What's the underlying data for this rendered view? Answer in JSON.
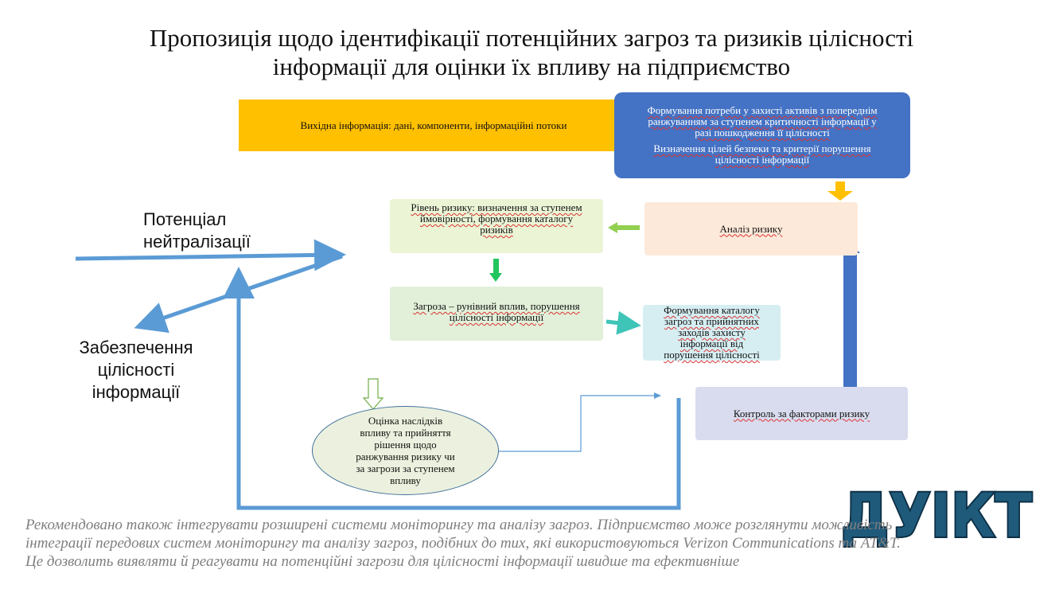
{
  "slide": {
    "title_lines": [
      "Пропозиція щодо ідентифікації потенційних загроз та ризиків цілісності",
      "інформації для оцінки їх впливу на підприємство"
    ],
    "side_labels": {
      "potential_lines": [
        "Потенціал",
        "нейтралізації"
      ],
      "integrity_lines": [
        "Забезпечення",
        "цілісності",
        "інформації"
      ]
    },
    "boxes": {
      "source": {
        "text": "Вихідна інформація: дані, компоненти, інформаційні потоки"
      },
      "protection": {
        "para1_lines": [
          "Формування потреби у захисті активів з попереднім",
          "ранжуванням за ступенем критичності інформації у",
          "разі пошкодження її цілісності"
        ],
        "para2_lines": [
          "Визначення цілей безпеки та критерії порушення",
          "цілісності інформації"
        ]
      },
      "risk_level": {
        "lines": [
          "Рівень ризику: визначення за ступенем",
          "ймовірності, формування каталогу",
          "ризиків"
        ]
      },
      "risk_analysis": {
        "text": "Аналіз ризику"
      },
      "threat": {
        "lines": [
          "Загроза – рунівний вплив, порушення",
          "цілісності інформації"
        ]
      },
      "catalog": {
        "lines": [
          "Формування каталогу",
          "загроз та прийнятних",
          "заходів захисту",
          "інформації від",
          "порушення цілісності"
        ]
      },
      "control": {
        "text": "Контроль за факторами ризику"
      },
      "assessment": {
        "lines": [
          "Оцінка наслідків",
          "впливу та прийняття",
          "рішення щодо",
          "ранжування ризику чи",
          "за загрози за ступенем",
          "впливу"
        ]
      }
    },
    "footer_lines": [
      "Рекомендовано також інтегрувати розширені системи моніторингу та аналізу загроз. Підприємство може розглянути можливість",
      "інтеграції передових систем моніторингу та аналізу загроз, подібних до тих, які використовуються Verizon Communications та AT&T.",
      "Це дозволить виявляти й реагувати на потенційні загрози для цілісності інформації швидше та ефективніше"
    ],
    "logo": {
      "text": "ДУІКТ"
    },
    "colors": {
      "source_fill": "#ffc000",
      "protection_fill": "#4472c4",
      "risk_level_fill": "#ebf5d6",
      "risk_analysis_fill": "#fde9d9",
      "threat_fill": "#e2f0d9",
      "catalog_fill": "#d6eef2",
      "control_fill": "#d9dcee",
      "assessment_fill": "#ebf1de",
      "connector_blue": "#5b9bd5",
      "logo_fill": "#1f5a7a"
    }
  }
}
